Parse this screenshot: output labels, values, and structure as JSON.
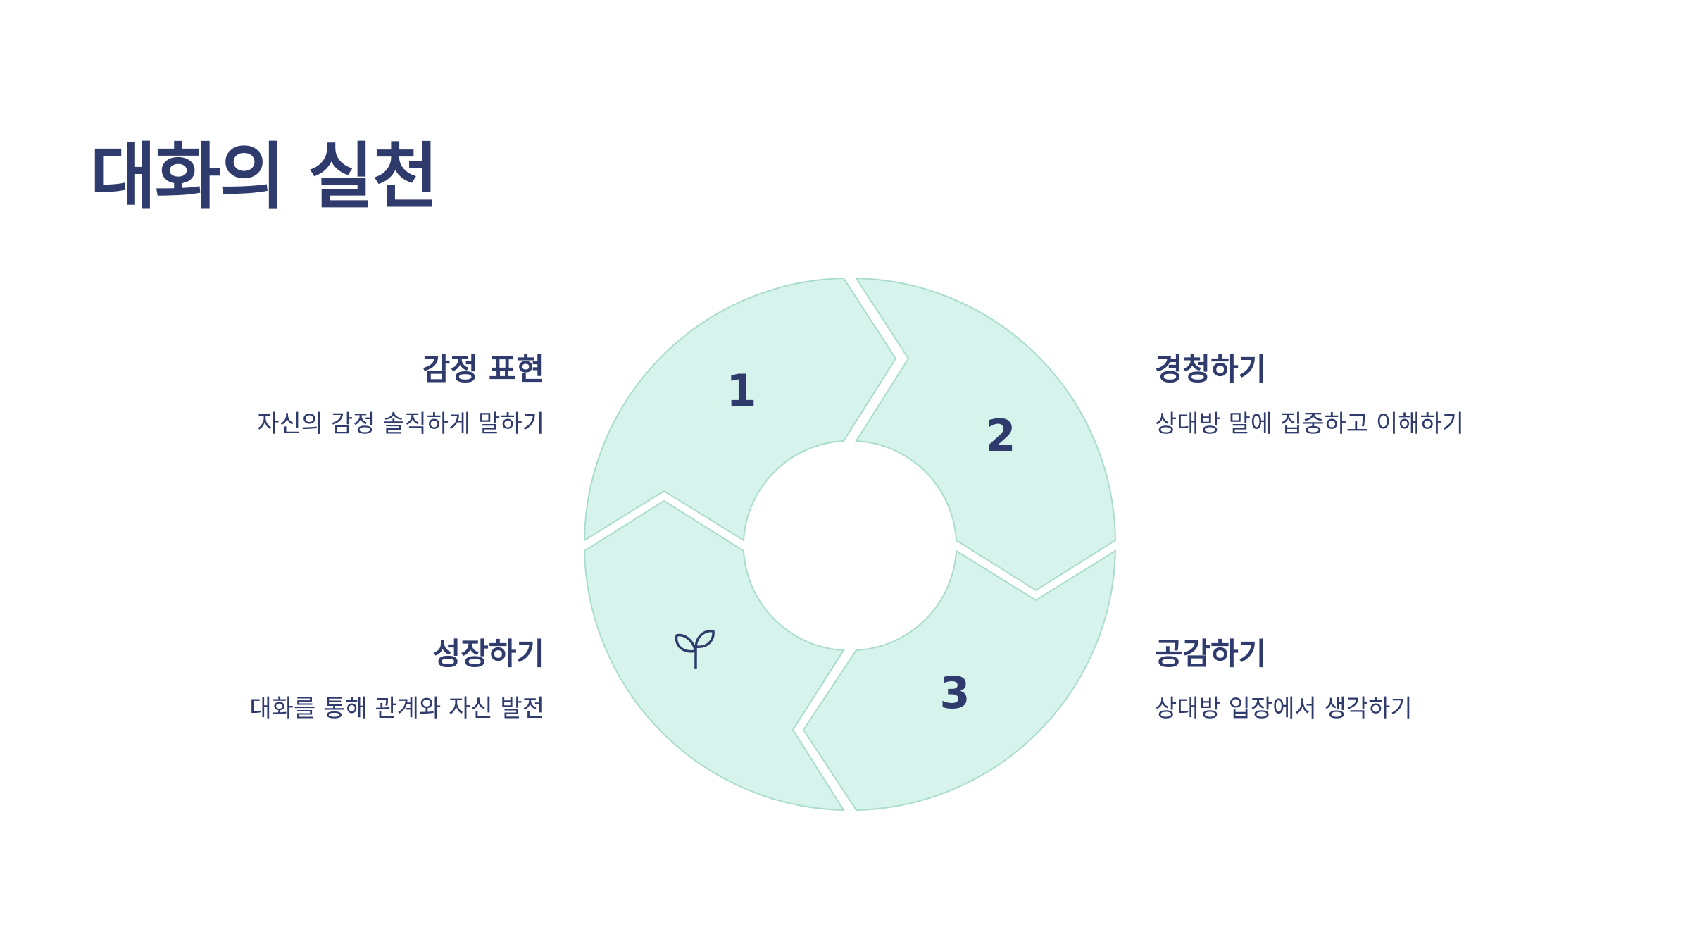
{
  "title": "대화의 실천",
  "colors": {
    "accent_text": "#2f3b6c",
    "segment_fill": "#d6f4ec",
    "segment_stroke": "#a9dccd",
    "background": "#ffffff"
  },
  "cycle": {
    "segments": [
      {
        "number": "1"
      },
      {
        "number": "2"
      },
      {
        "number": "3"
      },
      {
        "icon": "sprout-icon"
      }
    ]
  },
  "steps": [
    {
      "title": "감정 표현",
      "description": "자신의 감정 솔직하게 말하기"
    },
    {
      "title": "경청하기",
      "description": "상대방 말에 집중하고 이해하기"
    },
    {
      "title": "공감하기",
      "description": "상대방 입장에서 생각하기"
    },
    {
      "title": "성장하기",
      "description": "대화를 통해 관계와 자신 발전"
    }
  ]
}
